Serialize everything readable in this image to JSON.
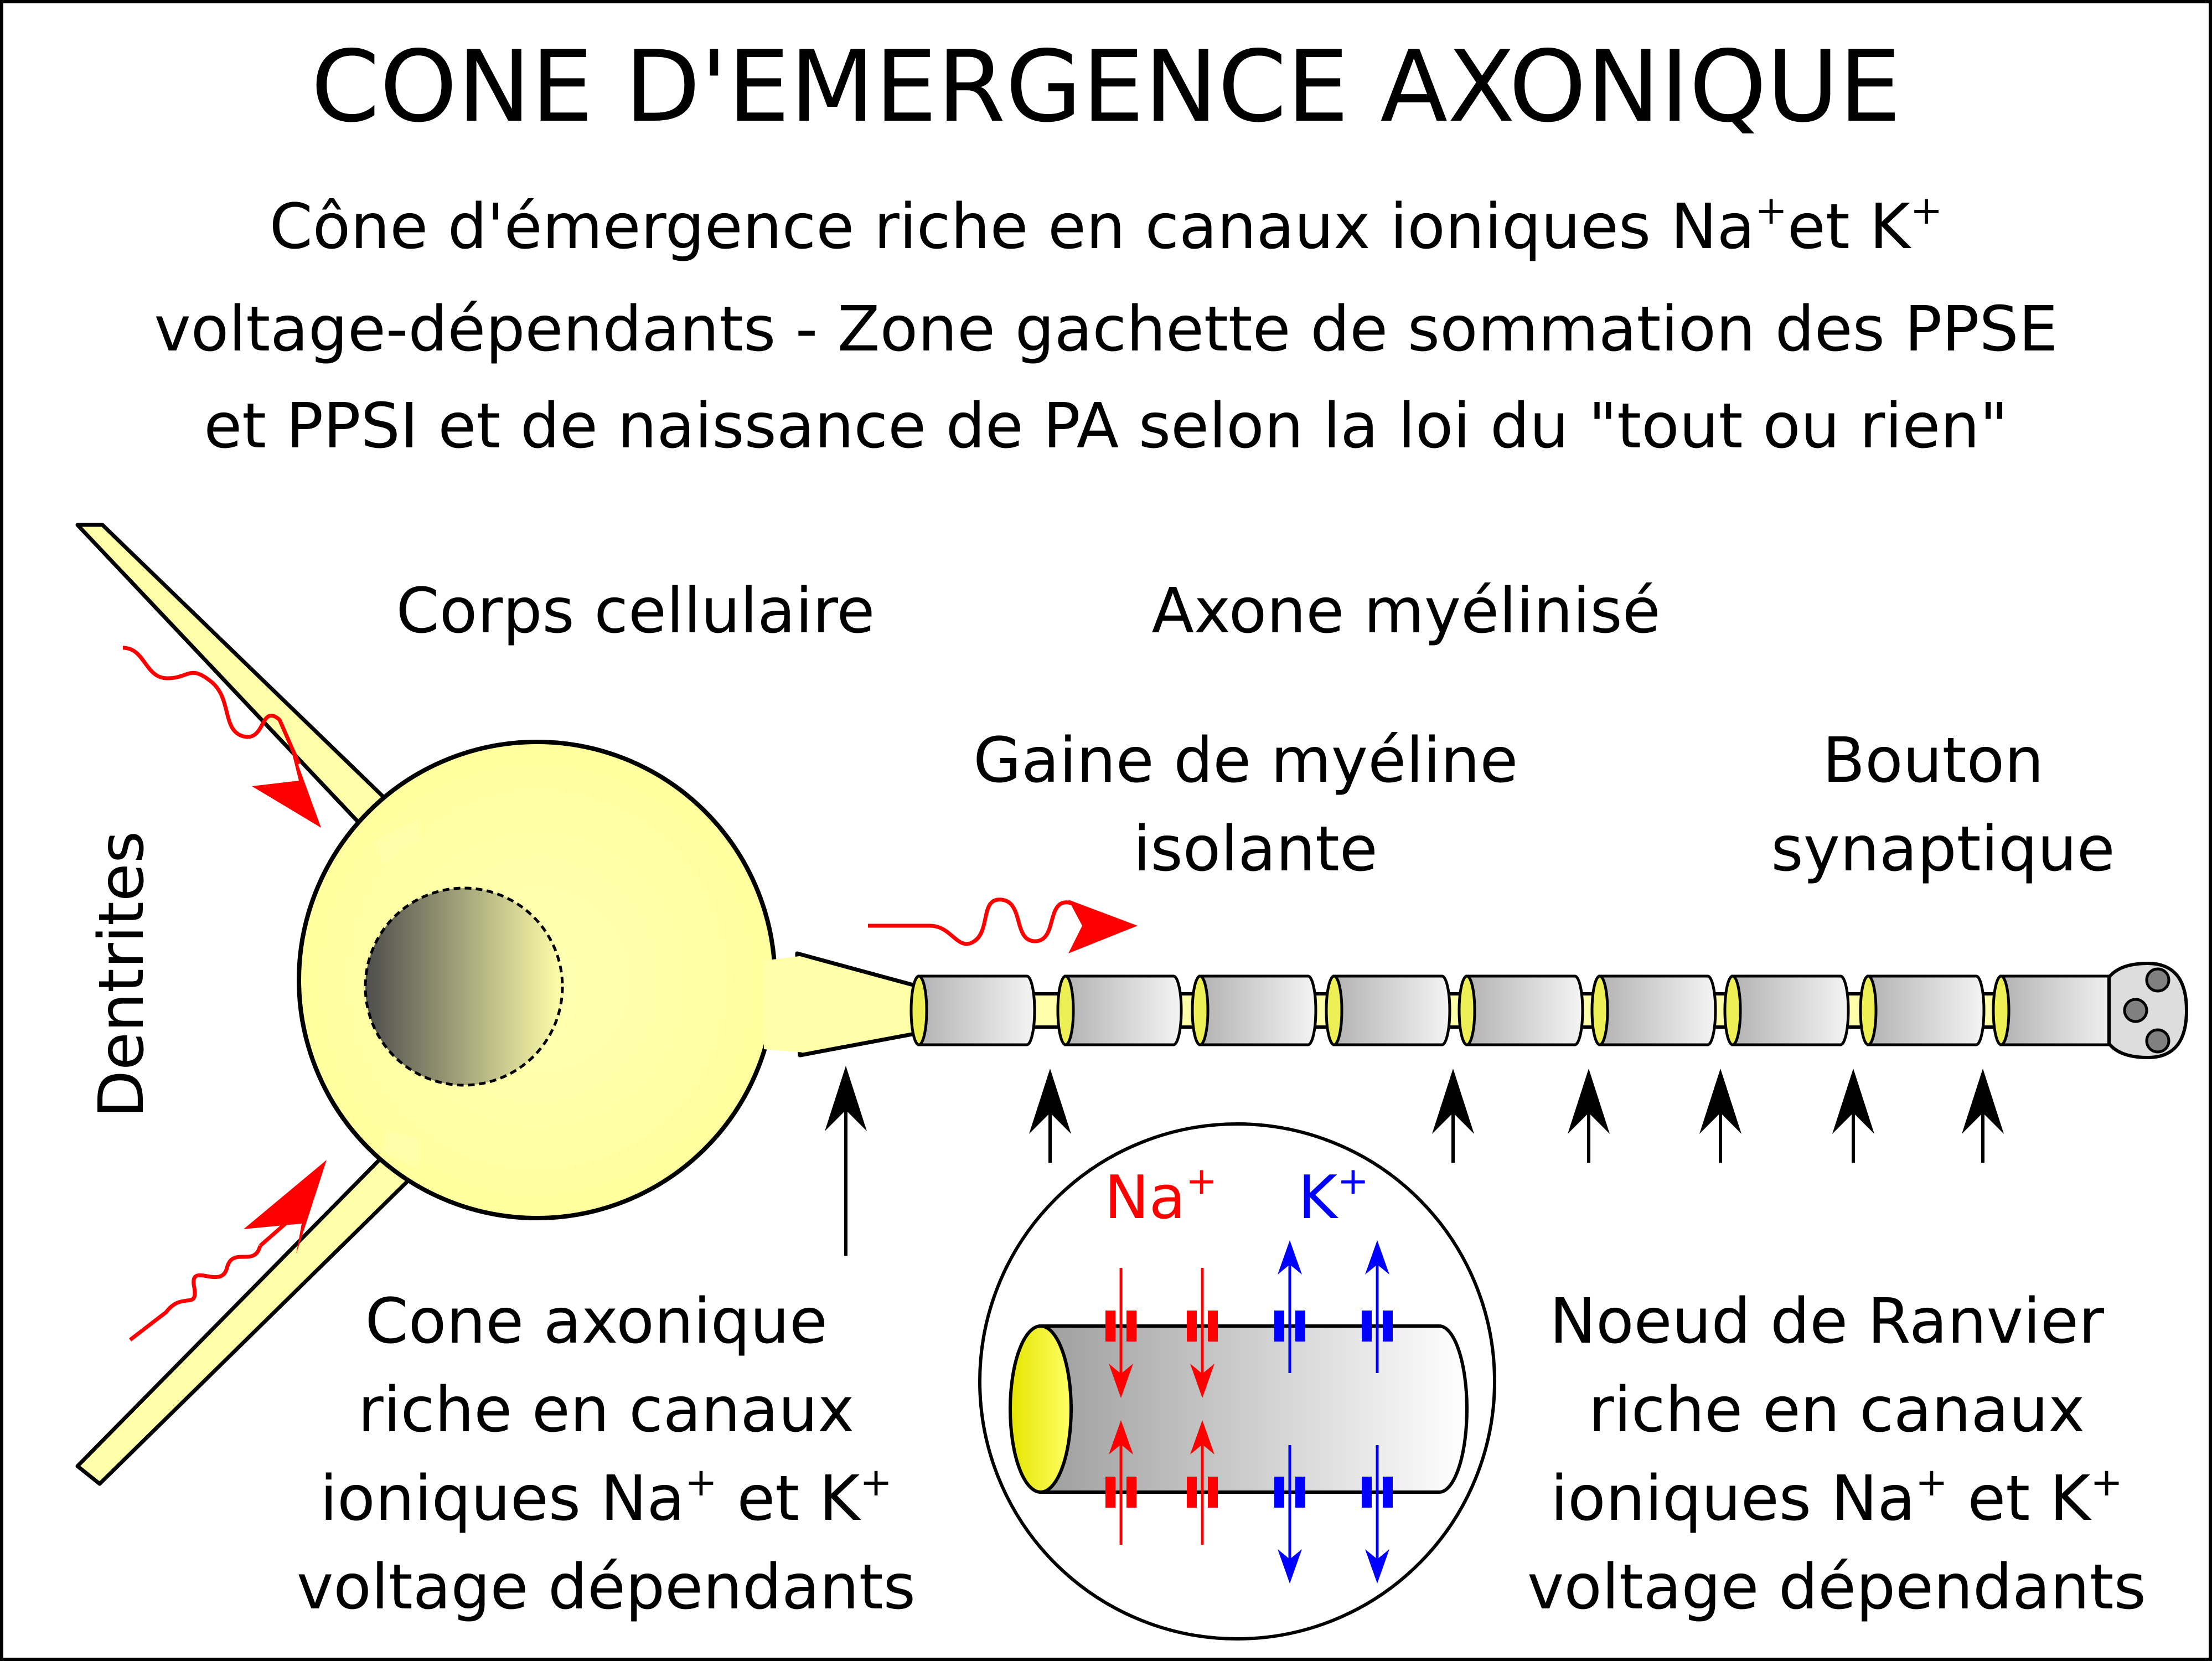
{
  "title": "CONE D'EMERGENCE AXONIQUE",
  "subtitle": {
    "line1_prefix": "Cône d'émergence riche en canaux ioniques Na",
    "line1_sup1": "+",
    "line1_mid": "et K",
    "line1_sup2": "+",
    "line2": "voltage-dépendants - Zone gachette de sommation des PPSE",
    "line3": "et PPSI et de naissance de PA selon la loi du \"tout ou rien\""
  },
  "labels": {
    "dendrites": "Dentrites",
    "cell_body": "Corps cellulaire",
    "axon": "Axone myélinisé",
    "myelin_line1": "Gaine de myéline",
    "myelin_line2": "isolante",
    "bouton_line1": "Bouton",
    "bouton_line2": "synaptique",
    "cone_line1": "Cone axonique",
    "cone_line2": "riche en canaux",
    "cone_line3_prefix": "ioniques Na",
    "cone_line3_sup1": "+",
    "cone_line3_mid": " et K",
    "cone_line3_sup2": "+",
    "cone_line4": "voltage dépendants",
    "ranvier_line1": "Noeud de Ranvier",
    "ranvier_line2": "riche en canaux",
    "ranvier_line3_prefix": "ioniques Na",
    "ranvier_line3_sup1": "+",
    "ranvier_line3_mid": " et K",
    "ranvier_line3_sup2": "+",
    "ranvier_line4": "voltage dépendants",
    "na_ion": "Na",
    "na_sup": "+",
    "k_ion": "K",
    "k_sup": "+"
  },
  "colors": {
    "cell_fill": "#ffffaa",
    "na_color": "#ff0000",
    "k_color": "#0000ff",
    "myelin_gray": "#cccccc"
  }
}
